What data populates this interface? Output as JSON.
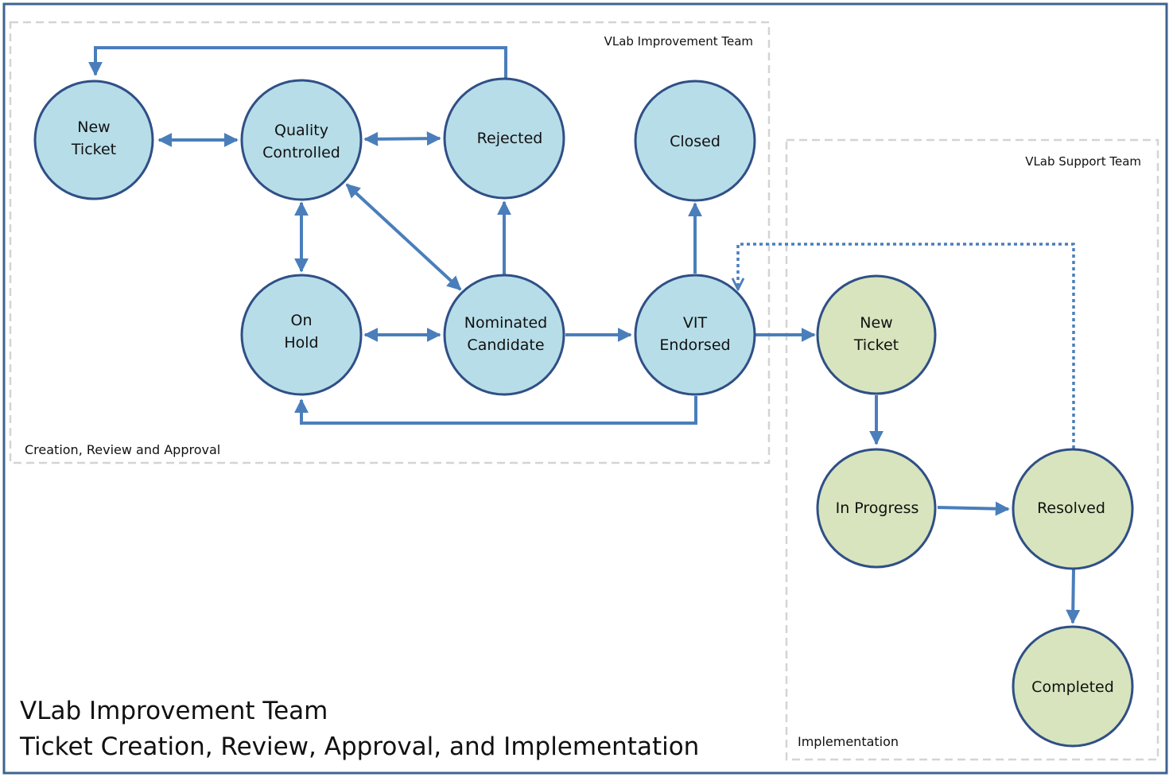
{
  "groups": {
    "improvement_team": "VLab Improvement Team",
    "creation_review_approval": "Creation, Review and Approval",
    "support_team": "VLab Support Team",
    "implementation": "Implementation"
  },
  "nodes": {
    "new_ticket_1": [
      "New",
      "Ticket"
    ],
    "quality_controlled": [
      "Quality",
      "Controlled"
    ],
    "rejected": [
      "Rejected"
    ],
    "closed": [
      "Closed"
    ],
    "on_hold": [
      "On",
      "Hold"
    ],
    "nominated_candidate": [
      "Nominated",
      "Candidate"
    ],
    "vit_endorsed": [
      "VIT",
      "Endorsed"
    ],
    "new_ticket_2": [
      "New",
      "Ticket"
    ],
    "in_progress": [
      "In Progress"
    ],
    "resolved": [
      "Resolved"
    ],
    "completed": [
      "Completed"
    ]
  },
  "title": {
    "line1": "VLab Improvement Team",
    "line2": "Ticket Creation, Review, Approval, and Implementation"
  },
  "colors": {
    "frame": "#3f6390",
    "group_border": "#d4d4d4",
    "edge": "#4a7ebb",
    "node_stroke": "#2f4f86",
    "blue_fill": "#b7dde8",
    "green_fill": "#d7e4bd"
  }
}
